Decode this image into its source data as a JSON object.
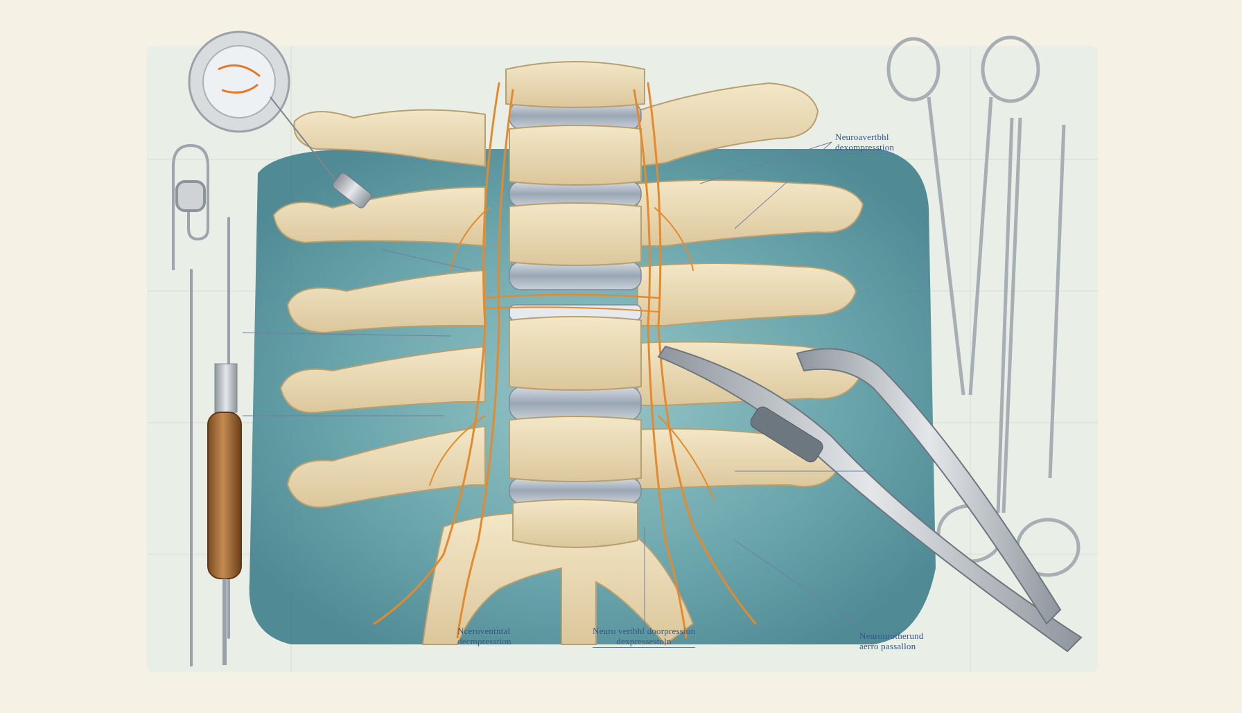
{
  "labels": [
    {
      "line1": "Neuroavertbhl",
      "line2": "dexompresstion"
    },
    {
      "line1": "Nceroventntal",
      "line2": "decmpresstion"
    },
    {
      "line1": "Neuro vertbhl doorpression",
      "line2": "dexpressestoln"
    },
    {
      "line1": "Neuronrotherund",
      "line2": "aerro passallon"
    }
  ],
  "colors": {
    "background": "#f5f1e4",
    "panel": "#e9eee6",
    "drape": "#5d9ea6",
    "bone": "#ecdcb8",
    "disc": "#aeb8c3",
    "nerve": "#e58a2c",
    "steel": "#b7bcc1",
    "label_text": "#34558a"
  },
  "icons": [
    "suture-reel-icon",
    "safety-pin-icon",
    "probe-icon",
    "scalpel-handle-icon",
    "scissors-icon",
    "forceps-icon",
    "rongeur-icon",
    "syringe-icon"
  ]
}
